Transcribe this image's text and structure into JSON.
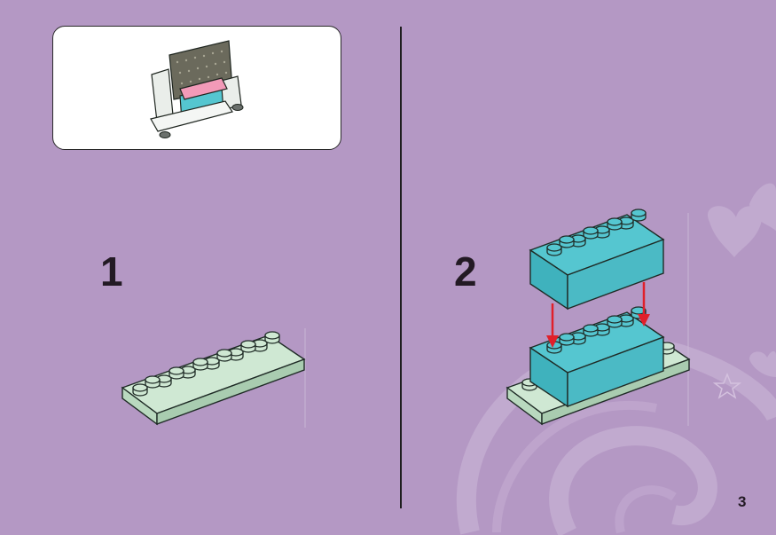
{
  "page": {
    "background_color": "#b498c4",
    "page_number": "3"
  },
  "preview": {
    "icon": "finished-model-preview"
  },
  "steps": [
    {
      "number": "1",
      "parts": [
        "light-green-2x8-plate"
      ]
    },
    {
      "number": "2",
      "parts": [
        "turquoise-2x4-brick",
        "turquoise-2x4-brick"
      ],
      "arrow_color": "#e0202a"
    }
  ],
  "colors": {
    "plate_green": "#cfe8d3",
    "brick_turquoise": "#55c6d0",
    "arrow_red": "#e0202a",
    "outline": "#1f2b26"
  }
}
